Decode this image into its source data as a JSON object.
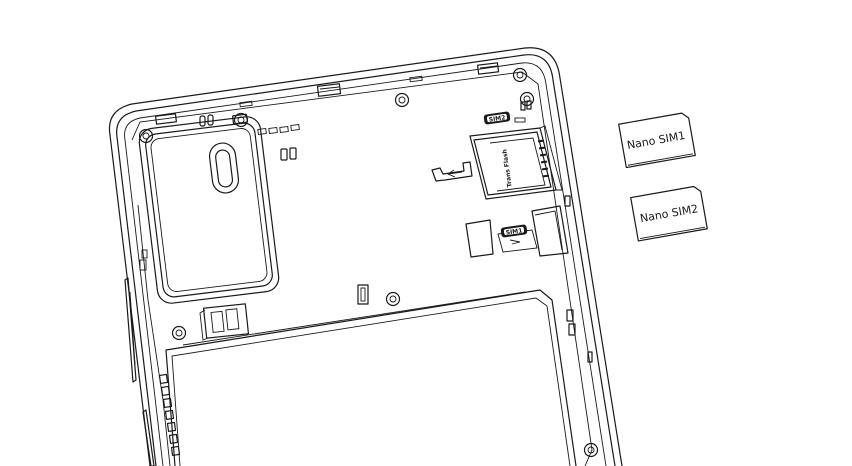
{
  "diagram": {
    "sim_cards": [
      {
        "label": "Nano SIM1"
      },
      {
        "label": "Nano SIM2"
      }
    ],
    "tray_labels": {
      "sim2_tag": "SIM2",
      "sim1_tag": "SIM1",
      "trans_flash": "Trans Flash"
    }
  }
}
